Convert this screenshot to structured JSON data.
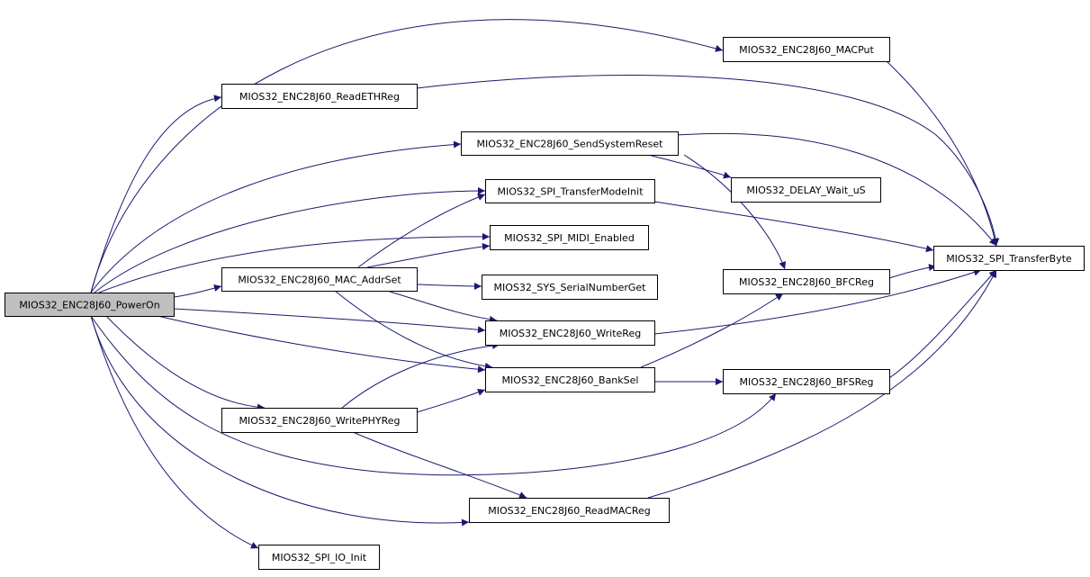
{
  "colors": {
    "edge": "#191970",
    "node_border": "#000000",
    "node_fill": "#ffffff",
    "root_fill": "#bfbfbf"
  },
  "nodes": [
    {
      "id": "power_on",
      "label": "MIOS32_ENC28J60_PowerOn",
      "root": true
    },
    {
      "id": "macput",
      "label": "MIOS32_ENC28J60_MACPut"
    },
    {
      "id": "readethreg",
      "label": "MIOS32_ENC28J60_ReadETHReg"
    },
    {
      "id": "sendsystemreset",
      "label": "MIOS32_ENC28J60_SendSystemReset"
    },
    {
      "id": "transfermodeinit",
      "label": "MIOS32_SPI_TransferModeInit"
    },
    {
      "id": "delaywait",
      "label": "MIOS32_DELAY_Wait_uS"
    },
    {
      "id": "midienabled",
      "label": "MIOS32_SPI_MIDI_Enabled"
    },
    {
      "id": "transferbyte",
      "label": "MIOS32_SPI_TransferByte"
    },
    {
      "id": "macaddrset",
      "label": "MIOS32_ENC28J60_MAC_AddrSet"
    },
    {
      "id": "serialnumberget",
      "label": "MIOS32_SYS_SerialNumberGet"
    },
    {
      "id": "bfcreg",
      "label": "MIOS32_ENC28J60_BFCReg"
    },
    {
      "id": "writereg",
      "label": "MIOS32_ENC28J60_WriteReg"
    },
    {
      "id": "banksel",
      "label": "MIOS32_ENC28J60_BankSel"
    },
    {
      "id": "bfsreg",
      "label": "MIOS32_ENC28J60_BFSReg"
    },
    {
      "id": "writephyreg",
      "label": "MIOS32_ENC28J60_WritePHYReg"
    },
    {
      "id": "readmacreg",
      "label": "MIOS32_ENC28J60_ReadMACReg"
    },
    {
      "id": "spiioinit",
      "label": "MIOS32_SPI_IO_Init"
    }
  ],
  "edges": [
    [
      "power_on",
      "macput"
    ],
    [
      "power_on",
      "readethreg"
    ],
    [
      "power_on",
      "sendsystemreset"
    ],
    [
      "power_on",
      "transfermodeinit"
    ],
    [
      "power_on",
      "midienabled"
    ],
    [
      "power_on",
      "macaddrset"
    ],
    [
      "power_on",
      "writereg"
    ],
    [
      "power_on",
      "banksel"
    ],
    [
      "power_on",
      "writephyreg"
    ],
    [
      "power_on",
      "bfsreg"
    ],
    [
      "power_on",
      "readmacreg"
    ],
    [
      "power_on",
      "spiioinit"
    ],
    [
      "macput",
      "transferbyte"
    ],
    [
      "readethreg",
      "transferbyte"
    ],
    [
      "sendsystemreset",
      "transferbyte"
    ],
    [
      "sendsystemreset",
      "delaywait"
    ],
    [
      "sendsystemreset",
      "bfcreg"
    ],
    [
      "transfermodeinit",
      "transferbyte"
    ],
    [
      "macaddrset",
      "transfermodeinit"
    ],
    [
      "macaddrset",
      "midienabled"
    ],
    [
      "macaddrset",
      "serialnumberget"
    ],
    [
      "macaddrset",
      "writereg"
    ],
    [
      "macaddrset",
      "banksel"
    ],
    [
      "writereg",
      "transferbyte"
    ],
    [
      "bfcreg",
      "transferbyte"
    ],
    [
      "banksel",
      "bfcreg"
    ],
    [
      "banksel",
      "bfsreg"
    ],
    [
      "bfsreg",
      "transferbyte"
    ],
    [
      "writephyreg",
      "writereg"
    ],
    [
      "writephyreg",
      "banksel"
    ],
    [
      "writephyreg",
      "readmacreg"
    ],
    [
      "readmacreg",
      "transferbyte"
    ]
  ]
}
